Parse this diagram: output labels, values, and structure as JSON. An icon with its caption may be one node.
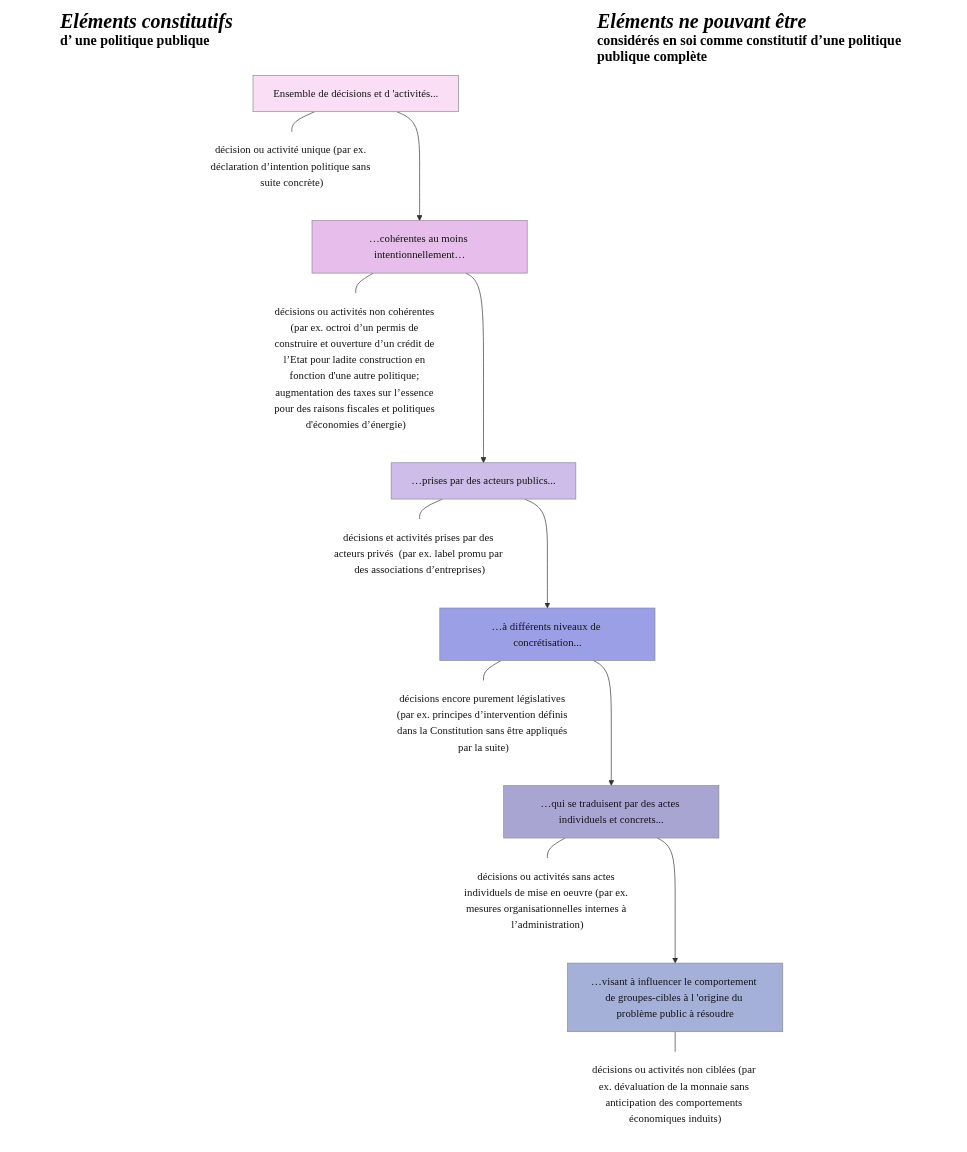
{
  "diagram": {
    "nodes": [
      {
        "text": [
          "Ensemble de décisions et d 'activités..."
        ]
      },
      {
        "text": [
          "…cohérentes au moins intentionnellement…"
        ]
      },
      {
        "text": [
          "…prises par des acteurs publics..."
        ]
      },
      {
        "text": [
          "…à différents niveaux de concrétisation..."
        ]
      },
      {
        "text": [
          "…qui se traduisent par des actes individuels et concrets..."
        ]
      },
      {
        "text": [
          "…visant à influencer le comportement de groupes-cibles à l 'origine du problème public à résoudre"
        ]
      },
      {
        "text": [
          "décision ou activité unique (par ex. déclaration d’intention politique sans suite concrète)"
        ]
      },
      {
        "text": [
          "décisions ou activités non cohérentes (par ex. octroi d’un permis de construire et ouverture d’un crédit de l’Etat pour ladite construction en fonction d'une autre politique; augmentation des taxes sur l’essence pour des raisons fiscales et politiques d'économies d’énergie)"
        ]
      },
      {
        "text": [
          "décisions et activités prises par des acteurs privés  (par ex. label promu par des associations d’entreprises)"
        ]
      },
      {
        "text": [
          "décisions encore purement législatives (par ex. principes d’intervention définis dans la Constitution sans être appliqués par la suite)"
        ]
      },
      {
        "text": [
          "décisions ou activités sans actes individuels de mise en oeuvre (par ex. mesures organisationnelles internes à l’administration)"
        ]
      },
      {
        "text": [
          "décisions ou activités non ciblées (par ex. dévaluation de la monnaie sans anticipation des comportements économiques induits)"
        ]
      }
    ],
    "edges": [
      {
        "from": 0,
        "to": 1,
        "arrow": "to"
      },
      {
        "from": 1,
        "to": 2,
        "arrow": "to"
      },
      {
        "from": 2,
        "to": 3,
        "arrow": "to"
      },
      {
        "from": 3,
        "to": 4,
        "arrow": "to"
      },
      {
        "from": 4,
        "to": 5,
        "arrow": "to"
      },
      {
        "from": 0,
        "to": 6,
        "arrow": "none"
      },
      {
        "from": 1,
        "to": 7,
        "arrow": "none"
      },
      {
        "from": 2,
        "to": 8,
        "arrow": "none"
      },
      {
        "from": 3,
        "to": 9,
        "arrow": "none"
      },
      {
        "from": 4,
        "to": 10,
        "arrow": "none"
      },
      {
        "from": 5,
        "to": 11,
        "arrow": "none"
      }
    ],
    "labels": [
      "Eléments constitutifs",
      "d’ une politique publique",
      "Eléments ne pouvant  être",
      "considérés en soi comme constitutif d’une politique publique complète"
    ]
  }
}
